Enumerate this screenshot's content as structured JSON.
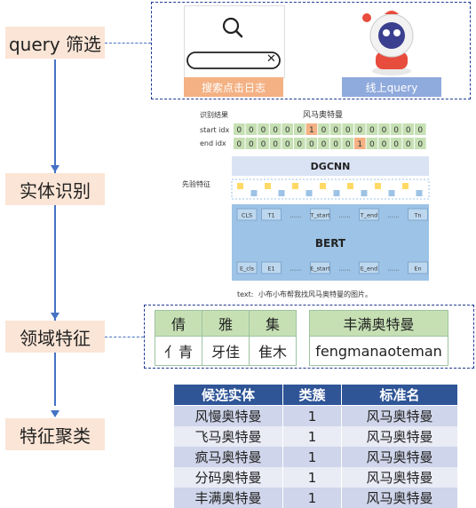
{
  "stages": [
    "query 筛选",
    "实体识别",
    "领域特征",
    "特征聚类"
  ],
  "query_panel": {
    "search_caption": "搜索点击日志",
    "online_caption": "线上query",
    "search_icon": "search-icon",
    "clear_icon": "close-icon",
    "mascot": "robot-mascot"
  },
  "ner_figure": {
    "result_label": "识别结果",
    "entity": "风马奥特曼",
    "start_label": "start idx",
    "end_label": "end  idx",
    "start_idx": [
      "0",
      "0",
      "0",
      "0",
      "0",
      "0",
      "1",
      "0",
      "0",
      "0",
      "0",
      "0",
      "0",
      "0",
      "0",
      "0"
    ],
    "end_idx": [
      "0",
      "0",
      "0",
      "0",
      "0",
      "0",
      "0",
      "0",
      "0",
      "0",
      "1",
      "0",
      "0",
      "0",
      "0",
      "0"
    ],
    "dgcnn": "DGCNN",
    "prior_label": "先验特征",
    "bert": "BERT",
    "top_tokens": [
      "CLS",
      "T1",
      "……",
      "T_start",
      "……",
      "T_end",
      "……",
      "Tn"
    ],
    "bottom_tokens": [
      "E_cls",
      "E1",
      "……",
      "E_start",
      "……",
      "E_end",
      "……",
      "En"
    ],
    "text_label": "text:",
    "text": "小布小布帮我找风马奥特曼的图片。",
    "colors": {
      "zero": "#c6e0b4",
      "one": "#f4b183",
      "band": "#dae3f3",
      "bert": "#9dc3e6",
      "token": "#bdd7ee"
    }
  },
  "features": {
    "headers": [
      "倩",
      "雅",
      "集"
    ],
    "values": [
      "亻青",
      "牙佳",
      "隹木"
    ],
    "name": "丰满奥特曼",
    "pinyin": "fengmanaoteman"
  },
  "candidates": {
    "headers": [
      "候选实体",
      "类簇",
      "标准名"
    ],
    "rows": [
      [
        "风慢奥特曼",
        "1",
        "风马奥特曼"
      ],
      [
        "飞马奥特曼",
        "1",
        "风马奥特曼"
      ],
      [
        "疯马奥特曼",
        "1",
        "风马奥特曼"
      ],
      [
        "分码奥特曼",
        "1",
        "风马奥特曼"
      ],
      [
        "丰满奥特曼",
        "1",
        "风马奥特曼"
      ]
    ]
  },
  "colors": {
    "stage_bg": "#fbe5d6",
    "connector": "#4472c4",
    "caption_search": "#f4b183",
    "caption_online": "#8faadc",
    "table_header": "#2f5597"
  }
}
